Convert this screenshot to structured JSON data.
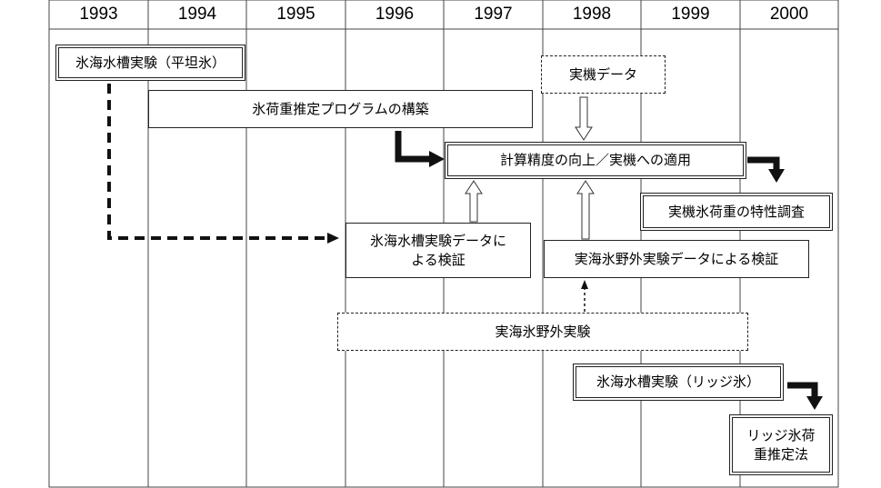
{
  "timeline": {
    "years": [
      "1993",
      "1994",
      "1995",
      "1996",
      "1997",
      "1998",
      "1999",
      "2000"
    ]
  },
  "boxes": {
    "flat_ice_tank_test": "氷海水槽実験（平坦氷）",
    "full_scale_data": "実機データ",
    "ice_load_program": "氷荷重推定プログラムの構築",
    "accuracy_improvement": "計算精度の向上／実機への適用",
    "full_scale_characteristics": "実機氷荷重の特性調査",
    "tank_data_verification": "氷海水槽実験データに\nよる検証",
    "field_data_verification": "実海氷野外実験データによる検証",
    "field_test": "実海氷野外実験",
    "ridge_ice_tank_test": "氷海水槽実験（リッジ氷）",
    "ridge_load_method": "リッジ氷荷\n重推定法"
  }
}
